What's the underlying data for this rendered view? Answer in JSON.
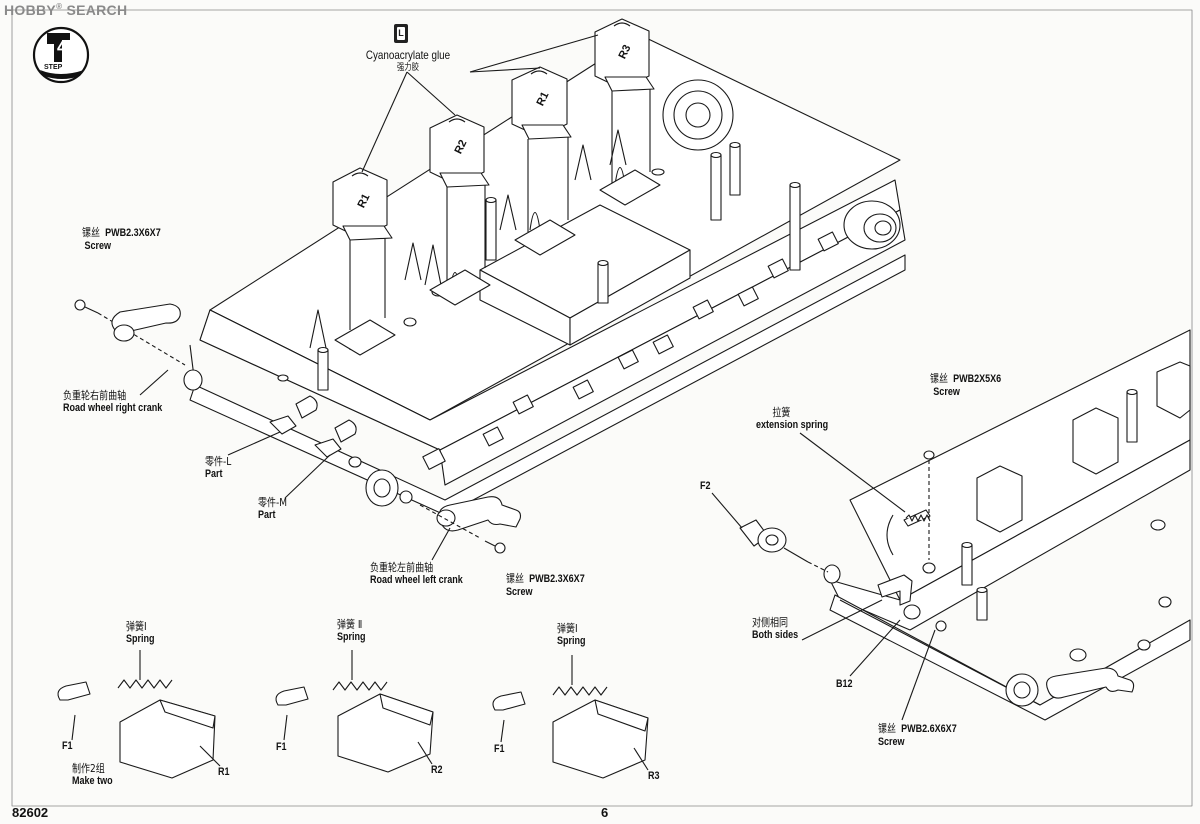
{
  "watermark": {
    "brand": "HOBBY",
    "reg": "®",
    "rest": " SEARCH"
  },
  "step": {
    "number": "4",
    "label": "STEP"
  },
  "glue": {
    "icon_letter": "L",
    "en": "Cyanoacrylate glue",
    "cn": "强力胶"
  },
  "parts": {
    "r1": "R1",
    "r2": "R2",
    "r3": "R3"
  },
  "labels": {
    "screw_top_left": {
      "cn": "镙丝",
      "code": "PWB2.3X6X7",
      "en": "Screw"
    },
    "road_wheel_right": {
      "cn": "负重轮右前曲轴",
      "en": "Road wheel right crank"
    },
    "part_l": {
      "cn": "零件-L",
      "en": "Part"
    },
    "part_m": {
      "cn": "零件-M",
      "en": "Part"
    },
    "road_wheel_left": {
      "cn": "负重轮左前曲轴",
      "en": "Road wheel left crank"
    },
    "screw_mid": {
      "cn": "镙丝",
      "code": "PWB2.3X6X7",
      "en": "Screw"
    },
    "screw_right": {
      "cn": "镙丝",
      "code": "PWB2X5X6",
      "en": "Screw"
    },
    "extension_spring": {
      "cn": "拉簧",
      "en": "extension spring"
    },
    "f2": "F2",
    "both_sides": {
      "cn": "对侧相同",
      "en": "Both sides"
    },
    "b12": "B12",
    "screw_bottom_right": {
      "cn": "镙丝",
      "code": "PWB2.6X6X7",
      "en": "Screw"
    }
  },
  "sub_assemblies": [
    {
      "spring_cn": "弹簧Ⅰ",
      "spring_en": "Spring",
      "f": "F1",
      "r": "R1",
      "make_cn": "制作2组",
      "make_en": "Make two"
    },
    {
      "spring_cn": "弹簧 Ⅱ",
      "spring_en": "Spring",
      "f": "F1",
      "r": "R2"
    },
    {
      "spring_cn": "弹簧Ⅰ",
      "spring_en": "Spring",
      "f": "F1",
      "r": "R3"
    }
  ],
  "footer": {
    "code": "82602",
    "page": "6"
  }
}
